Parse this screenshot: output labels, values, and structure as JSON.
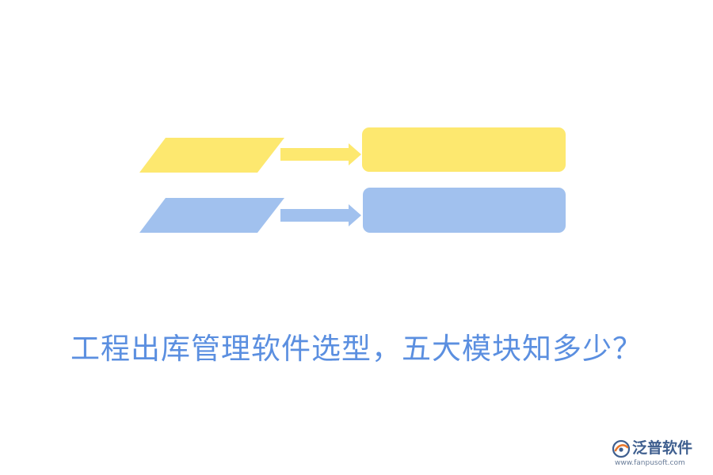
{
  "title": "工程出库管理软件选型，五大模块知多少？",
  "brand": {
    "name": "泛普软件",
    "url": "www.fanpusoft.com",
    "logo_icon": "fanpu-logo-icon"
  },
  "colors": {
    "yellow": "#fde86f",
    "blue": "#a1c1ee",
    "title": "#5b8fe0",
    "brand_text": "#3f5f8f",
    "brand_accent": "#e8772e"
  },
  "diagram": {
    "rows": [
      {
        "color": "#fde86f",
        "input_label": "",
        "output_label": ""
      },
      {
        "color": "#a1c1ee",
        "input_label": "",
        "output_label": ""
      }
    ]
  }
}
